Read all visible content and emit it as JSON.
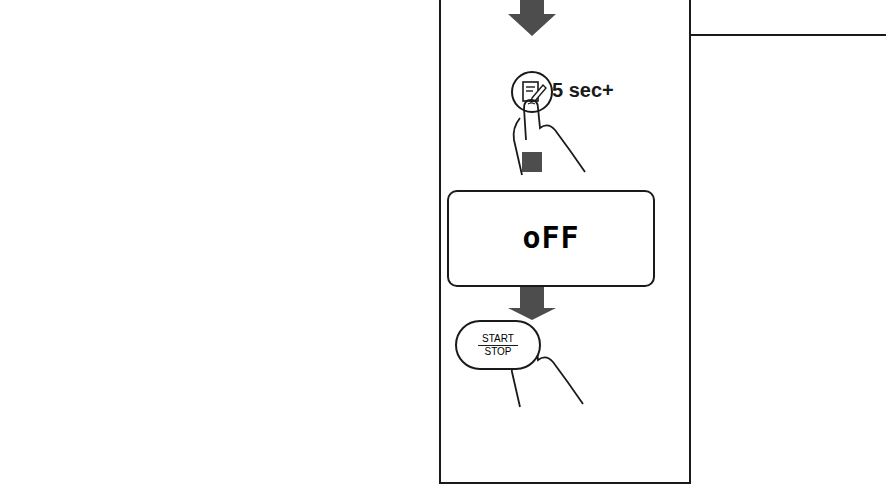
{
  "diagram": {
    "nodes": [
      {
        "text": [
          "oFF"
        ]
      },
      {
        "text": [
          "START",
          "STOP"
        ]
      }
    ],
    "edges": [
      {
        "from": 0,
        "to": 1,
        "arrow": "to"
      }
    ],
    "labels": [
      "5 sec+"
    ]
  }
}
